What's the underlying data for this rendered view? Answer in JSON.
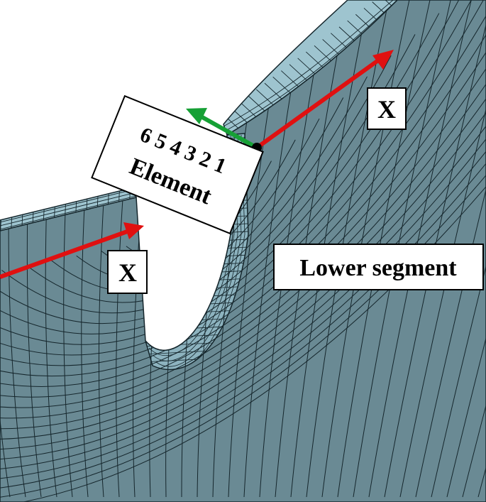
{
  "labels": {
    "axis_x_right": "X",
    "axis_x_left": "X",
    "element_numbers": "6 5 4 3 2 1",
    "element_word": "Element",
    "lower_segment": "Lower segment"
  },
  "colors": {
    "background": "#ffffff",
    "mesh_face": "#6a8a94",
    "mesh_face_dark": "#56757f",
    "mesh_top": "#9ec4cf",
    "mesh_inner": "#8db3bf",
    "mesh_line": "#15262c",
    "arrow_x": "#e01010",
    "arrow_normal": "#16a035",
    "label_border": "#000000"
  }
}
